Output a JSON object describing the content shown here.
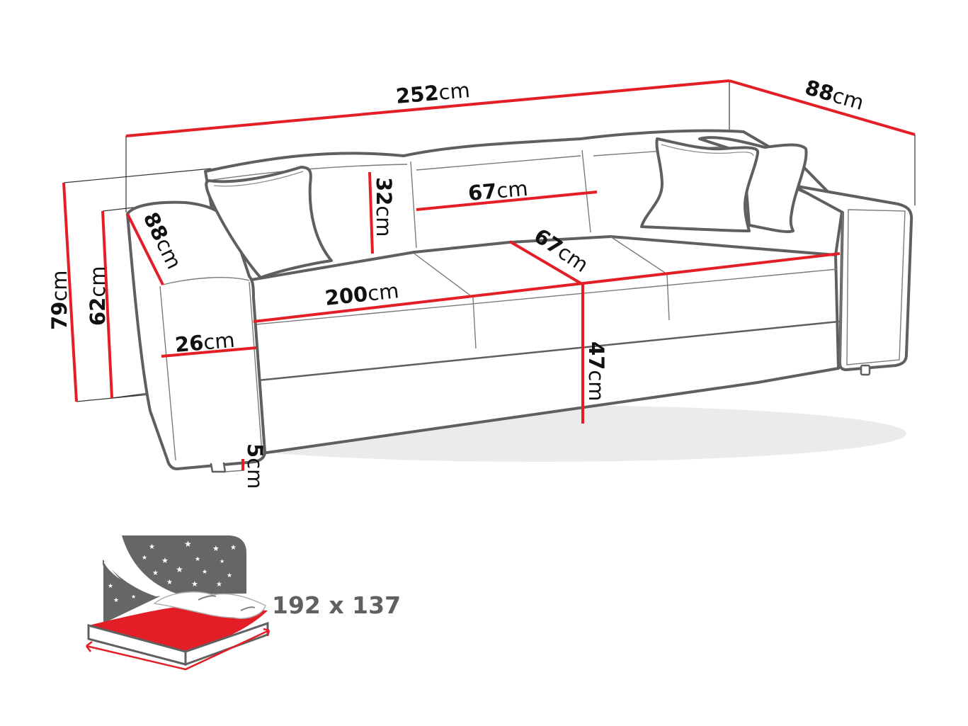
{
  "diagram": {
    "subject": "3-seat sofa bed with dimensions",
    "accent_color": "#e41e26",
    "outline_color": "#5f5f5f",
    "unit": "cm",
    "dimensions": {
      "total_width": {
        "value": "252",
        "unit": "cm"
      },
      "total_depth": {
        "value": "88",
        "unit": "cm"
      },
      "total_height": {
        "value": "79",
        "unit": "cm"
      },
      "armrest_height": {
        "value": "62",
        "unit": "cm"
      },
      "armrest_depth": {
        "value": "88",
        "unit": "cm"
      },
      "armrest_width": {
        "value": "26",
        "unit": "cm"
      },
      "backrest_height": {
        "value": "32",
        "unit": "cm"
      },
      "back_cushion_width": {
        "value": "67",
        "unit": "cm"
      },
      "seat_depth": {
        "value": "67",
        "unit": "cm"
      },
      "seat_width": {
        "value": "200",
        "unit": "cm"
      },
      "seat_height": {
        "value": "47",
        "unit": "cm"
      },
      "leg_height": {
        "value": "5",
        "unit": "cm"
      }
    },
    "sleeping_area": {
      "icon": "bed-icon",
      "label": "192 x 137"
    }
  }
}
